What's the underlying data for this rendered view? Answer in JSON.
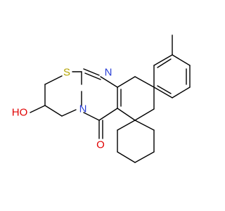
{
  "molecule": {
    "atoms": {
      "sulfur": {
        "symbol": "S",
        "color": "#b3a300"
      },
      "nitrogen_imine": {
        "symbol": "N",
        "color": "#2a3fd6"
      },
      "nitrogen_ring": {
        "symbol": "N",
        "color": "#2a3fd6"
      },
      "oxygen_carbonyl": {
        "symbol": "O",
        "color": "#e00000"
      },
      "hydroxyl": {
        "symbol": "HO",
        "color": "#e00000"
      }
    },
    "bond_color": "#000000",
    "background": "#ffffff"
  }
}
